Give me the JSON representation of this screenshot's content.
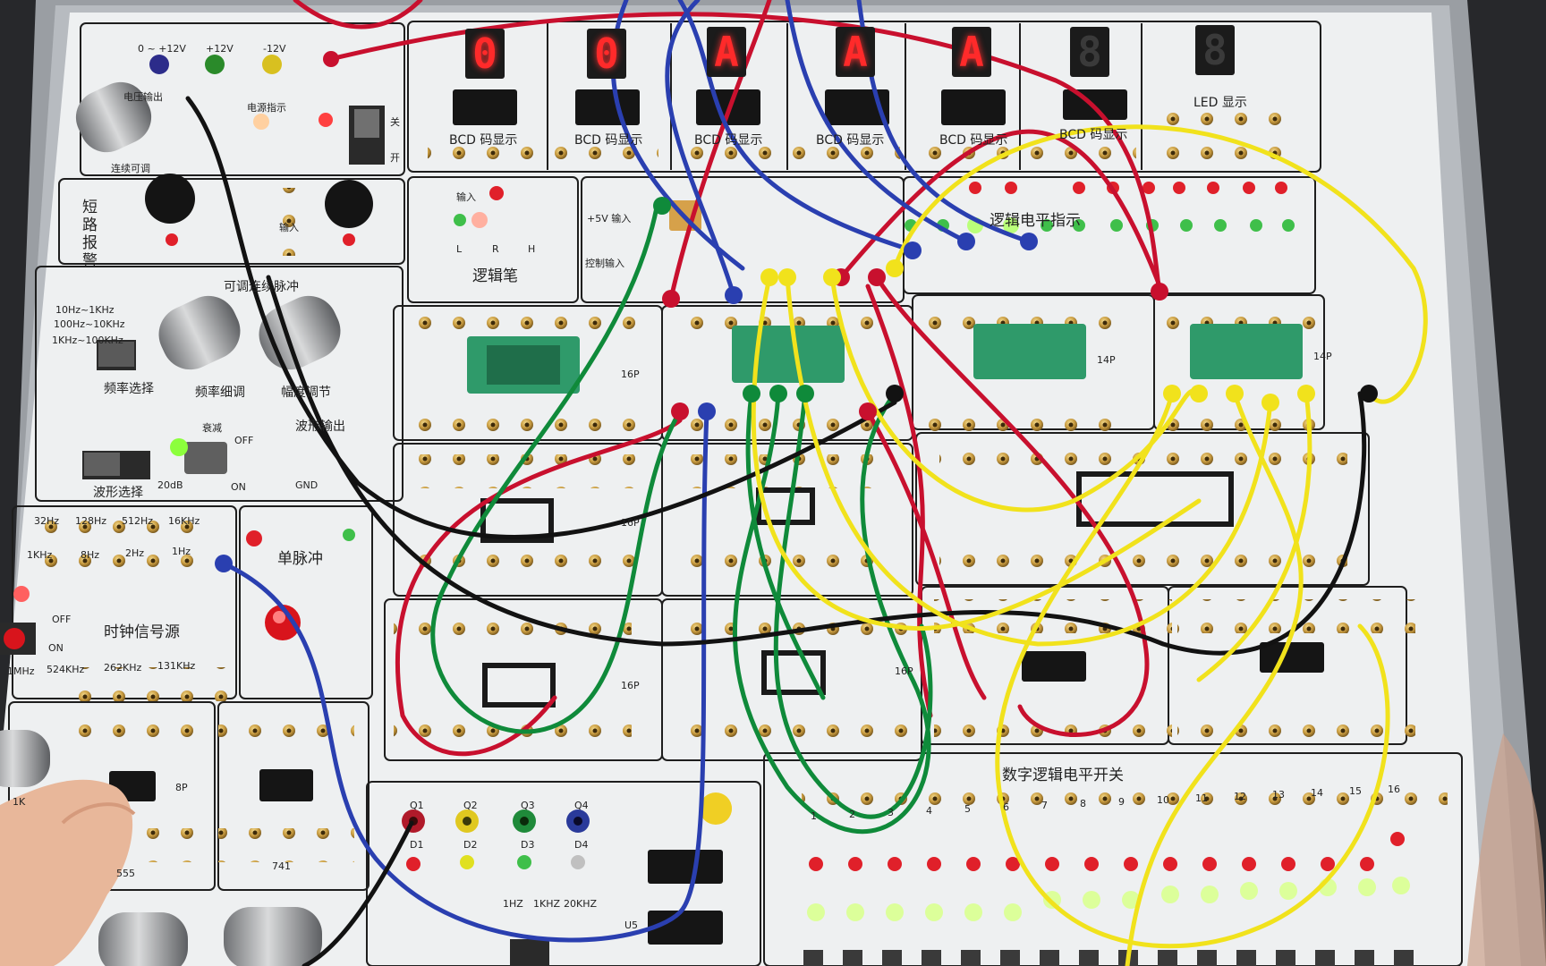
{
  "displays": {
    "digits": [
      "0",
      "0",
      "A",
      "A",
      "A",
      "8",
      "8"
    ],
    "bcd_label": "BCD 码显示",
    "led_label": "LED 显示"
  },
  "power": {
    "plus_minus_12v": "0 ~ +12V",
    "plus_12v": "+12V",
    "minus_12v": "-12V",
    "voltage_out": "电压输出",
    "continuous": "连续可调",
    "indicator": "电源指示",
    "switch_off": "关",
    "switch_on": "开"
  },
  "alarm": {
    "short_alarm": "短路报警",
    "input": "输入"
  },
  "logic_pen": {
    "title": "逻辑笔",
    "input": "输入",
    "l": "L",
    "r": "R",
    "h": "H"
  },
  "relay": {
    "plus5v_input": "+5V 输入",
    "control_input": "控制输入"
  },
  "logic_level_indicator": "逻辑电平指示",
  "pulse": {
    "title": "可调连续脉冲",
    "r1": "10Hz~1KHz",
    "r2": "100Hz~10KHz",
    "r3": "1KHz~100KHz",
    "freq_select": "频率选择",
    "freq_fine": "频率细调",
    "amplitude": "幅度调节",
    "waveform_out": "波形输出",
    "attenuation": "衰减",
    "off": "OFF",
    "on": "ON",
    "db": "20dB",
    "gnd": "GND",
    "wave_select": "波形选择"
  },
  "clock": {
    "title": "时钟信号源",
    "f1": [
      "32Hz",
      "128Hz",
      "512Hz",
      "16KHz"
    ],
    "f2": [
      "1KHz",
      "8Hz",
      "2Hz",
      "1Hz"
    ],
    "f3": [
      "1MHz",
      "524KHz",
      "262KHz",
      "131KHz"
    ],
    "off": "OFF",
    "on": "ON"
  },
  "single_pulse": "单脉冲",
  "sockets": {
    "p16": "16P",
    "p14": "14P",
    "p8": "8P",
    "ic741": "741",
    "ic555": "555"
  },
  "switches": {
    "title": "数字逻辑电平开关",
    "numbers": [
      "1",
      "2",
      "3",
      "4",
      "5",
      "6",
      "7",
      "8",
      "9",
      "10",
      "11",
      "12",
      "13",
      "14",
      "15",
      "16"
    ]
  },
  "bottom": {
    "q": [
      "Q1",
      "Q2",
      "Q3",
      "Q4"
    ],
    "d": [
      "D1",
      "D2",
      "D3",
      "D4"
    ],
    "freqs": [
      "1HZ",
      "1KHZ",
      "20KHZ"
    ],
    "u5": "U5",
    "knob_1k": "1K"
  },
  "colors": {
    "panel": "#eef0f1",
    "line": "#1e1e1e",
    "led_red": "#ff2a2a",
    "led_green": "#7dff3a",
    "wire_red": "#c8102e",
    "wire_blue": "#2a3fb0",
    "wire_green": "#0f8a3a",
    "wire_yellow": "#f1e21c",
    "wire_black": "#121212",
    "brass": "#c9a04a"
  }
}
